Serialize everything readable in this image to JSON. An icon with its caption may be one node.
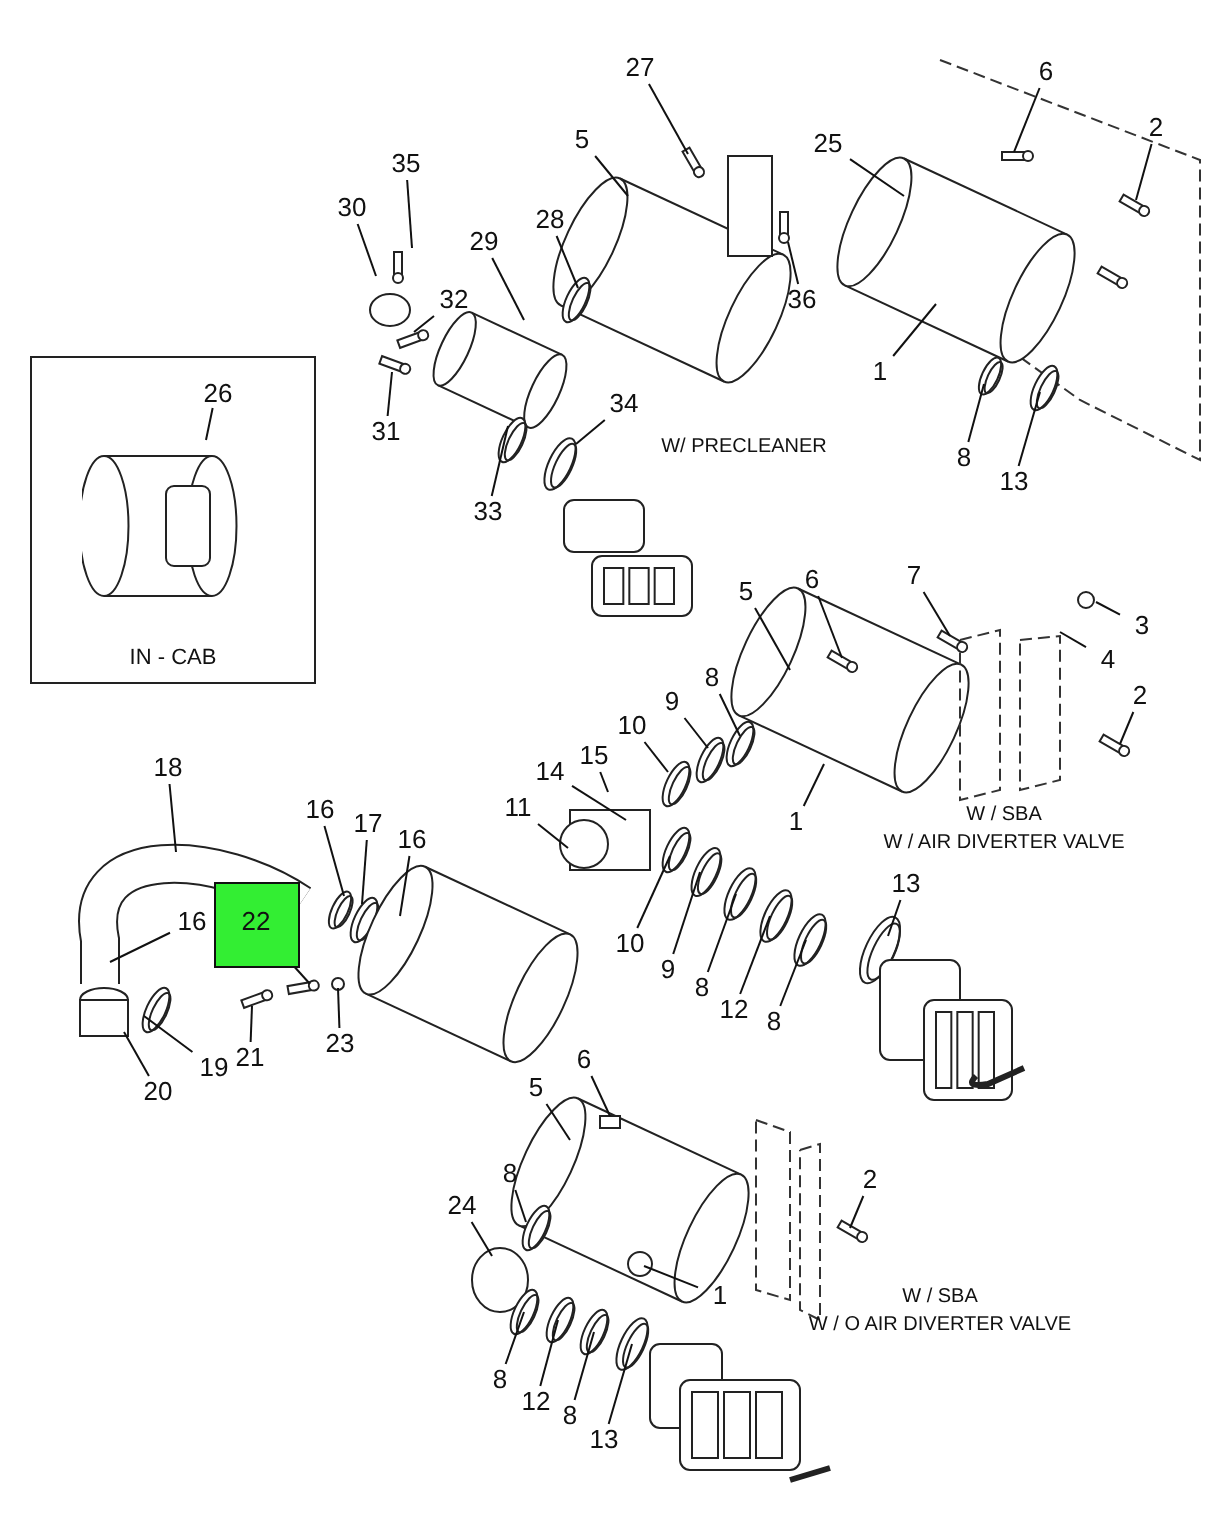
{
  "diagram": {
    "nodes": [
      {
        "text": [
          "35"
        ]
      },
      {
        "text": [
          "30"
        ]
      },
      {
        "text": [
          "32"
        ]
      },
      {
        "text": [
          "29"
        ]
      },
      {
        "text": [
          "28"
        ]
      },
      {
        "text": [
          "5"
        ]
      },
      {
        "text": [
          "27"
        ]
      },
      {
        "text": [
          "36"
        ]
      },
      {
        "text": [
          "31"
        ]
      },
      {
        "text": [
          "33"
        ]
      },
      {
        "text": [
          "34"
        ]
      },
      {
        "text": [
          "25"
        ]
      },
      {
        "text": [
          "1"
        ]
      },
      {
        "text": [
          "6"
        ]
      },
      {
        "text": [
          "2"
        ]
      },
      {
        "text": [
          "8"
        ]
      },
      {
        "text": [
          "13"
        ]
      },
      {
        "text": [
          "IN - CAB"
        ]
      },
      {
        "text": [
          "26"
        ],
        "in": 17
      },
      {
        "text": [
          "5"
        ]
      },
      {
        "text": [
          "6"
        ]
      },
      {
        "text": [
          "7"
        ]
      },
      {
        "text": [
          "3"
        ]
      },
      {
        "text": [
          "4"
        ]
      },
      {
        "text": [
          "2"
        ]
      },
      {
        "text": [
          "8"
        ]
      },
      {
        "text": [
          "9"
        ]
      },
      {
        "text": [
          "10"
        ]
      },
      {
        "text": [
          "15"
        ]
      },
      {
        "text": [
          "14"
        ]
      },
      {
        "text": [
          "11"
        ]
      },
      {
        "text": [
          "1"
        ]
      },
      {
        "text": [
          "18"
        ]
      },
      {
        "text": [
          "16"
        ]
      },
      {
        "text": [
          "17"
        ]
      },
      {
        "text": [
          "16"
        ]
      },
      {
        "text": [
          "16"
        ]
      },
      {
        "text": [
          "22"
        ]
      },
      {
        "text": [
          "21"
        ]
      },
      {
        "text": [
          "23"
        ]
      },
      {
        "text": [
          "19"
        ]
      },
      {
        "text": [
          "20"
        ]
      },
      {
        "text": [
          "10"
        ]
      },
      {
        "text": [
          "9"
        ]
      },
      {
        "text": [
          "8"
        ]
      },
      {
        "text": [
          "12"
        ]
      },
      {
        "text": [
          "8"
        ]
      },
      {
        "text": [
          "13"
        ]
      },
      {
        "text": [
          "6"
        ]
      },
      {
        "text": [
          "5"
        ]
      },
      {
        "text": [
          "2"
        ]
      },
      {
        "text": [
          "8"
        ]
      },
      {
        "text": [
          "24"
        ]
      },
      {
        "text": [
          "1"
        ]
      },
      {
        "text": [
          "8"
        ]
      },
      {
        "text": [
          "12"
        ]
      },
      {
        "text": [
          "8"
        ]
      },
      {
        "text": [
          "13"
        ]
      },
      {
        "text": [],
        "shape": "picture",
        "in": 17
      }
    ],
    "edges": [
      {
        "from": 0,
        "to": null,
        "arrow": "none"
      },
      {
        "from": 1,
        "to": null,
        "arrow": "none"
      },
      {
        "from": 2,
        "to": null,
        "arrow": "none"
      },
      {
        "from": 3,
        "to": null,
        "arrow": "none"
      },
      {
        "from": 4,
        "to": null,
        "arrow": "none"
      },
      {
        "from": 5,
        "to": null,
        "arrow": "none"
      },
      {
        "from": 6,
        "to": null,
        "arrow": "none"
      },
      {
        "from": 7,
        "to": null,
        "arrow": "none"
      },
      {
        "from": 8,
        "to": null,
        "arrow": "none"
      },
      {
        "from": 9,
        "to": null,
        "arrow": "none"
      },
      {
        "from": 10,
        "to": null,
        "arrow": "none"
      },
      {
        "from": 11,
        "to": null,
        "arrow": "none"
      },
      {
        "from": 12,
        "to": null,
        "arrow": "none"
      },
      {
        "from": 13,
        "to": null,
        "arrow": "none"
      },
      {
        "from": 14,
        "to": null,
        "arrow": "none"
      },
      {
        "from": 15,
        "to": null,
        "arrow": "none"
      },
      {
        "from": 16,
        "to": null,
        "arrow": "none"
      },
      {
        "from": 18,
        "to": 58,
        "arrow": "none"
      },
      {
        "from": 19,
        "to": null,
        "arrow": "none"
      },
      {
        "from": 20,
        "to": null,
        "arrow": "none"
      },
      {
        "from": 21,
        "to": null,
        "arrow": "none"
      },
      {
        "from": 22,
        "to": null,
        "arrow": "none"
      },
      {
        "from": 23,
        "to": null,
        "arrow": "none"
      },
      {
        "from": 24,
        "to": null,
        "arrow": "none"
      },
      {
        "from": 25,
        "to": null,
        "arrow": "none"
      },
      {
        "from": 26,
        "to": null,
        "arrow": "none"
      },
      {
        "from": 27,
        "to": null,
        "arrow": "none"
      },
      {
        "from": 28,
        "to": null,
        "arrow": "none"
      },
      {
        "from": 29,
        "to": null,
        "arrow": "none"
      },
      {
        "from": 30,
        "to": null,
        "arrow": "none"
      },
      {
        "from": 31,
        "to": null,
        "arrow": "none"
      },
      {
        "from": 32,
        "to": null,
        "arrow": "none"
      },
      {
        "from": 33,
        "to": null,
        "arrow": "none"
      },
      {
        "from": 34,
        "to": null,
        "arrow": "none"
      },
      {
        "from": 35,
        "to": null,
        "arrow": "none"
      },
      {
        "from": 36,
        "to": null,
        "arrow": "none"
      },
      {
        "from": 37,
        "to": null,
        "arrow": "none"
      },
      {
        "from": 38,
        "to": null,
        "arrow": "none"
      },
      {
        "from": 39,
        "to": null,
        "arrow": "none"
      },
      {
        "from": 40,
        "to": null,
        "arrow": "none"
      },
      {
        "from": 41,
        "to": null,
        "arrow": "none"
      },
      {
        "from": 42,
        "to": null,
        "arrow": "none"
      },
      {
        "from": 43,
        "to": null,
        "arrow": "none"
      },
      {
        "from": 44,
        "to": null,
        "arrow": "none"
      },
      {
        "from": 45,
        "to": null,
        "arrow": "none"
      },
      {
        "from": 46,
        "to": null,
        "arrow": "none"
      },
      {
        "from": 47,
        "to": null,
        "arrow": "none"
      },
      {
        "from": 48,
        "to": null,
        "arrow": "none"
      },
      {
        "from": 49,
        "to": null,
        "arrow": "none"
      },
      {
        "from": 50,
        "to": null,
        "arrow": "none"
      },
      {
        "from": 51,
        "to": null,
        "arrow": "none"
      },
      {
        "from": 52,
        "to": null,
        "arrow": "none"
      },
      {
        "from": 53,
        "to": null,
        "arrow": "none"
      },
      {
        "from": 54,
        "to": null,
        "arrow": "none"
      },
      {
        "from": 55,
        "to": null,
        "arrow": "none"
      },
      {
        "from": 56,
        "to": null,
        "arrow": "none"
      },
      {
        "from": 57,
        "to": null,
        "arrow": "none"
      }
    ],
    "labels": [
      "W/ PRECLEANER",
      "W / SBA",
      "W / AIR DIVERTER VALVE",
      "W / SBA",
      "W / O AIR DIVERTER VALVE"
    ]
  }
}
